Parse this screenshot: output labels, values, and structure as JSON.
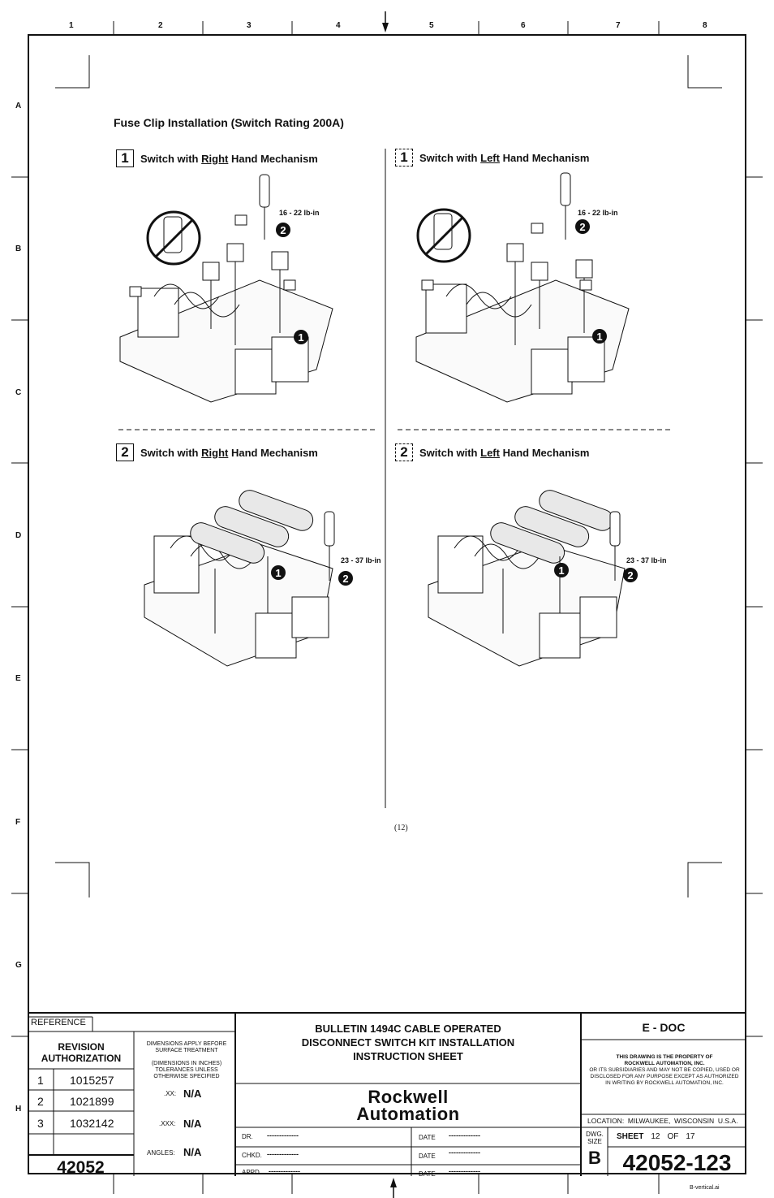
{
  "zones": {
    "columns": [
      "1",
      "2",
      "3",
      "4",
      "5",
      "6",
      "7",
      "8"
    ],
    "rows": [
      "A",
      "B",
      "C",
      "D",
      "E",
      "F",
      "G",
      "H"
    ]
  },
  "title": "Fuse Clip Installation (Switch Rating 200A)",
  "panels": [
    {
      "step": "1",
      "pre": "Switch with ",
      "hand": "Right",
      "post": " Hand Mechanism",
      "torque": "16 - 22 lb-in"
    },
    {
      "step": "1",
      "pre": "Switch with ",
      "hand": "Left",
      "post": " Hand Mechanism",
      "torque": "16 - 22 lb-in"
    },
    {
      "step": "2",
      "pre": "Switch with ",
      "hand": "Right",
      "post": " Hand Mechanism",
      "torque": "23 - 37 lb-in"
    },
    {
      "step": "2",
      "pre": "Switch with ",
      "hand": "Left",
      "post": " Hand Mechanism",
      "torque": "23 - 37 lb-in"
    }
  ],
  "callouts": [
    "1",
    "2"
  ],
  "page_number": "(12)",
  "title_block": {
    "reference_label": "REFERENCE",
    "revision_label": "REVISION AUTHORIZATION",
    "revisions": [
      {
        "rev": "1",
        "number": "1015257"
      },
      {
        "rev": "2",
        "number": "1021899"
      },
      {
        "rev": "3",
        "number": "1032142"
      }
    ],
    "base_number": "42052",
    "dim_note_1": "DIMENSIONS APPLY BEFORE SURFACE TREATMENT",
    "dim_note_2": "(DIMENSIONS IN INCHES) TOLERANCES UNLESS OTHERWISE SPECIFIED",
    "tol_xx_label": ".XX:",
    "tol_xx_value": "N/A",
    "tol_xxx_label": ".XXX:",
    "tol_xxx_value": "N/A",
    "angles_label": "ANGLES:",
    "angles_value": "N/A",
    "doc_title_1": "BULLETIN 1494C CABLE OPERATED",
    "doc_title_2": "DISCONNECT SWITCH KIT INSTALLATION",
    "doc_title_3": "INSTRUCTION SHEET",
    "company_1": "Rockwell",
    "company_2": "Automation",
    "dr_label": "DR.",
    "chkd_label": "CHKD.",
    "appd_label": "APPD.",
    "date_label": "DATE",
    "blank": "-------------",
    "edoc": "E - DOC",
    "property_1": "THIS DRAWING IS THE PROPERTY OF",
    "property_2": "ROCKWELL AUTOMATION, INC.",
    "property_3": "OR ITS SUBSIDIARIES AND MAY NOT BE COPIED, USED OR DISCLOSED FOR ANY PURPOSE EXCEPT AS AUTHORIZED IN WRITING BY ROCKWELL AUTOMATION, INC.",
    "location": "LOCATION:  MILWAUKEE,  WISCONSIN  U.S.A.",
    "dwg_size_label": "DWG. SIZE",
    "dwg_size": "B",
    "sheet_label": "SHEET",
    "sheet_num": "12",
    "sheet_of": "OF",
    "sheet_total": "17",
    "drawing_number": "42052-123",
    "file_name": "B-vertical.ai"
  }
}
